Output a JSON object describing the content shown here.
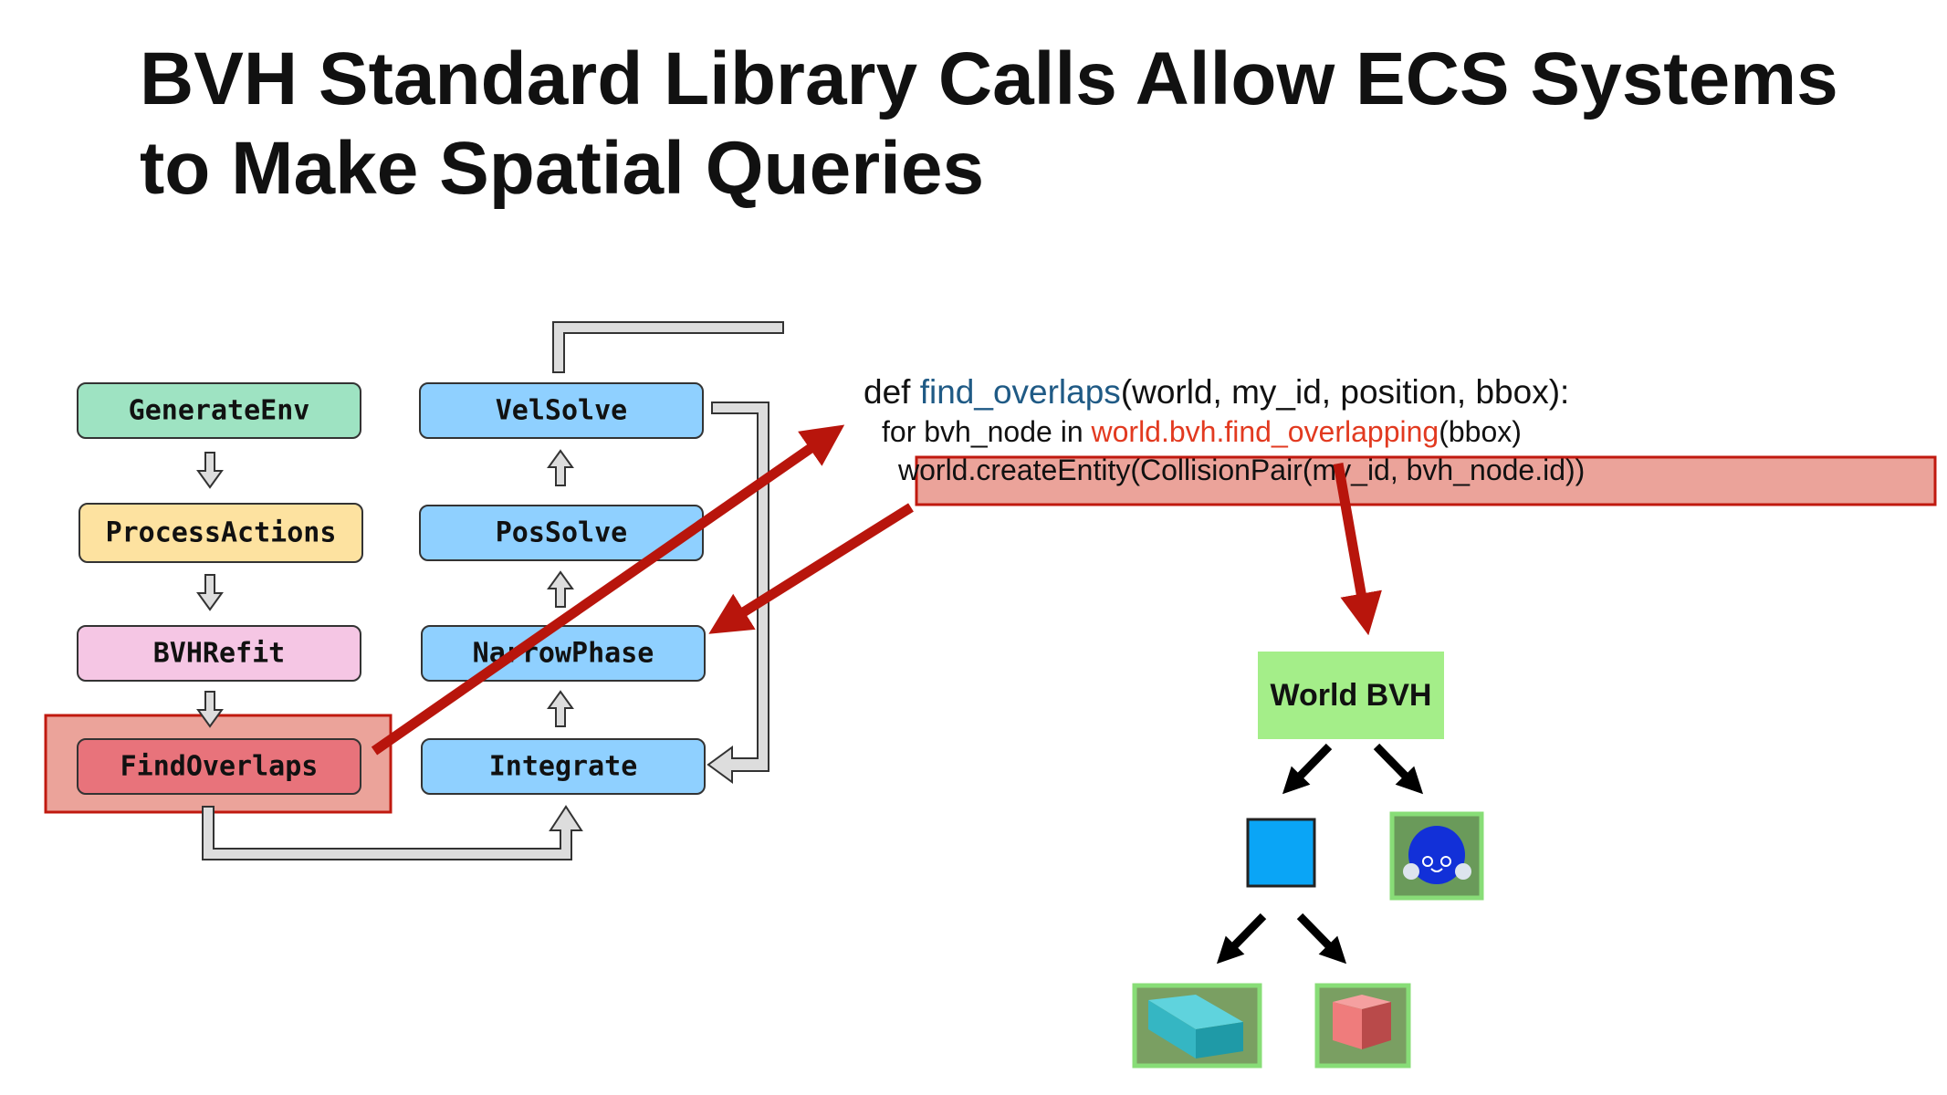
{
  "title": "BVH Standard Library Calls Allow ECS Systems to Make Spatial Queries",
  "pipeline": {
    "left_column": [
      {
        "label": "GenerateEnv",
        "fill": "#9ee3c2"
      },
      {
        "label": "ProcessActions",
        "fill": "#fde2a0"
      },
      {
        "label": "BVHRefit",
        "fill": "#f5c6e4"
      },
      {
        "label": "FindOverlaps",
        "fill": "#e8737b",
        "highlighted": true
      }
    ],
    "right_column": [
      {
        "label": "VelSolve",
        "fill": "#8fd0ff"
      },
      {
        "label": "PosSolve",
        "fill": "#8fd0ff"
      },
      {
        "label": "NarrowPhase",
        "fill": "#8fd0ff"
      },
      {
        "label": "Integrate",
        "fill": "#8fd0ff"
      }
    ]
  },
  "code": {
    "line1": {
      "prefix": "def ",
      "func": "find_overlaps",
      "rest": "(world, my_id, position, bbox):"
    },
    "line2": {
      "prefix": "for bvh_node in ",
      "call": "world.bvh.find_overlapping",
      "rest": "(bbox)"
    },
    "line3": "world.createEntity(CollisionPair(my_id, bvh_node.id))"
  },
  "tree": {
    "root_label": "World BVH",
    "internal_node_icon": "blue-square-icon",
    "leaves": [
      "blue-agent-robot-icon",
      "cyan-wall-block-icon",
      "pink-cube-icon"
    ]
  },
  "colors": {
    "highlight_fill": "#eba39a",
    "highlight_border": "#c0190f",
    "arrow_red": "#b8150c",
    "func_blue": "#1f5a85",
    "call_red": "#e23a20",
    "bvh_green": "#a4ee89",
    "leaf_green": "#88dd77",
    "node_blue": "#0aa5f6"
  }
}
